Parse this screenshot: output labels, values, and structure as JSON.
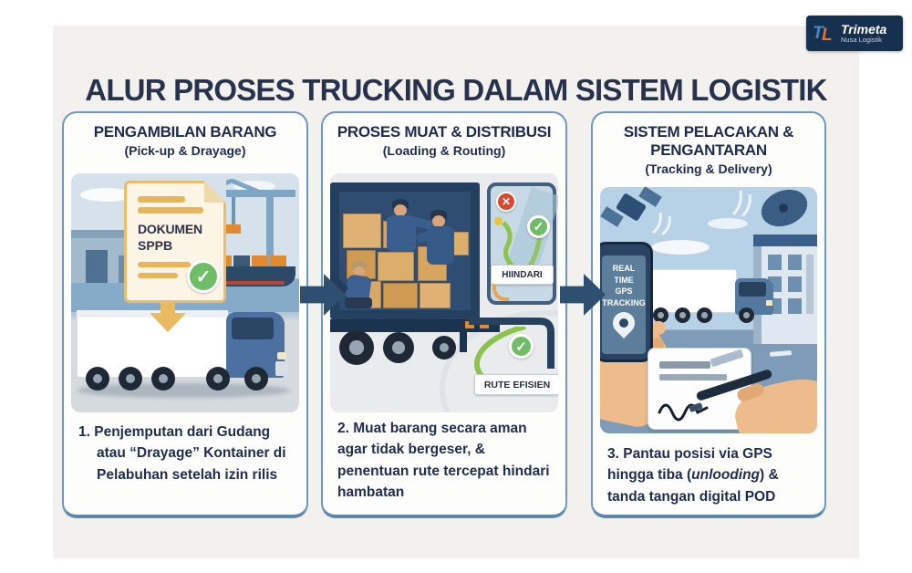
{
  "title": "ALUR PROSES TRUCKING DALAM SISTEM LOGISTIK",
  "logo": {
    "mark_t": "T",
    "mark_l": "L",
    "name": "Trimeta",
    "subtitle": "Nusa Logistik"
  },
  "icons": {
    "check": "✓",
    "cross": "✕"
  },
  "colors": {
    "canvas_bg": "#f3f1ed",
    "title_navy": "#27324c",
    "panel_border": "#6f98bd",
    "arrow_navy": "#2d4f70",
    "check_green": "#6fbd67",
    "alert_red": "#d8492f",
    "route_green": "#8cc34c",
    "doc_orange": "#e9b559",
    "logo_bg": "#16304f"
  },
  "panels": [
    {
      "title": "PENGAMBILAN BARANG",
      "subtitle": "(Pick-up & Drayage)",
      "caption": "1. Penjemputan dari Gudang atau “Drayage” Kontainer di Pelabuhan setelah izin rilis",
      "doc_label_line1": "DOKUMEN",
      "doc_label_line2": "SPPB"
    },
    {
      "title": "PROSES MUAT & DISTRIBUSI",
      "subtitle": "(Loading & Routing)",
      "caption": "2. Muat barang secara aman agar tidak bergeser, & penentuan rute tercepat hindari hambatan",
      "map_label_avoid": "HIINDARI",
      "map_label_route": "RUTE EFISIEN"
    },
    {
      "title": "SISTEM PELACAKAN & PENGANTARAN",
      "subtitle": "(Tracking & Delivery)",
      "caption_pre": "3. Pantau posisi via GPS hingga tiba (",
      "caption_italic": "unlooding",
      "caption_post": ") & tanda tangan digital POD",
      "phone_label_line1": "REAL TIME",
      "phone_label_line2": "GPS",
      "phone_label_line3": "TRACKING"
    }
  ]
}
